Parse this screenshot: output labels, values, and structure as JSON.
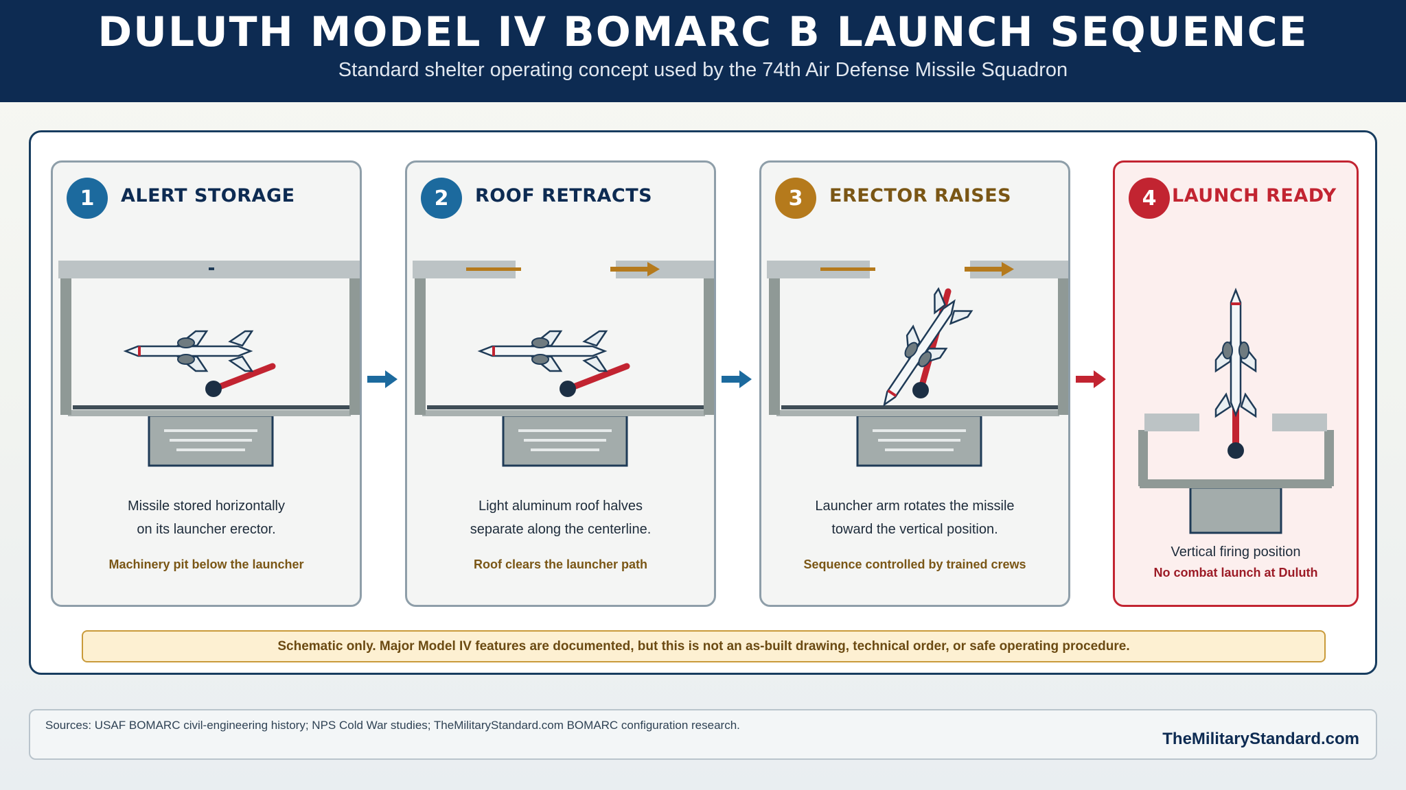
{
  "header": {
    "title": "DULUTH MODEL IV BOMARC B LAUNCH SEQUENCE",
    "subtitle": "Standard shelter operating concept used by the 74th Air Defense Missile Squadron"
  },
  "colors": {
    "navy": "#0d2b52",
    "step_blue": "#1c6a9e",
    "step_gold": "#b57a1c",
    "step_red": "#c22431",
    "erector_red": "#c22431",
    "roof_gray": "#bcc3c5",
    "wall_gray": "#8f9996",
    "roof_motion_arrow": "#b57a1c"
  },
  "steps": [
    {
      "number": "1",
      "title": "ALERT STORAGE",
      "description_line1": "Missile stored horizontally",
      "description_line2": "on its launcher erector.",
      "note": "Machinery pit below the launcher"
    },
    {
      "number": "2",
      "title": "ROOF RETRACTS",
      "description_line1": "Light aluminum roof halves",
      "description_line2": "separate along the centerline.",
      "note": "Roof clears the launcher path"
    },
    {
      "number": "3",
      "title": "ERECTOR RAISES",
      "description_line1": "Launcher arm rotates the missile",
      "description_line2": "toward the vertical position.",
      "note": "Sequence controlled by trained crews"
    },
    {
      "number": "4",
      "title": "LAUNCH READY",
      "description_line1": "Vertical firing position",
      "note": "No combat launch at Duluth"
    }
  ],
  "disclaimer": "Schematic only. Major Model IV features are documented, but this is not an as-built drawing, technical order, or safe operating procedure.",
  "footer": {
    "sources": "Sources: USAF BOMARC civil-engineering history; NPS Cold War studies; TheMilitaryStandard.com BOMARC configuration research.",
    "brand": "TheMilitaryStandard.com"
  }
}
